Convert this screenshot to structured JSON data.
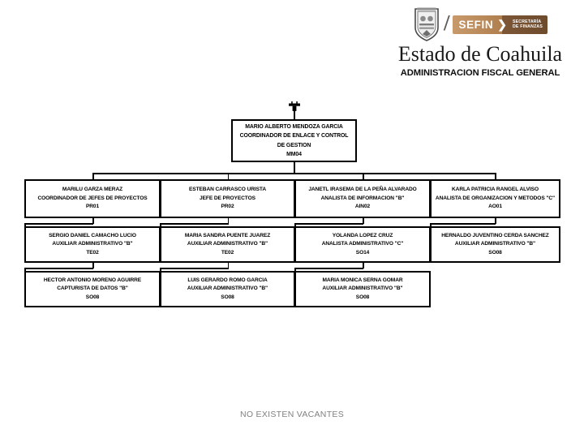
{
  "header": {
    "crest_icon": "coahuila-coat-of-arms",
    "separator": "/",
    "brand": {
      "name": "SEFIN",
      "arrow": "❯",
      "subtitle_line1": "SECRETARÍA",
      "subtitle_line2": "DE FINANZAS",
      "color_light": "#c89a6b",
      "color_dark": "#6e4b2d"
    },
    "state_title": "Estado de Coahuila",
    "department_title": "ADMINISTRACION FISCAL GENERAL"
  },
  "chart_data": {
    "type": "org-chart",
    "title": "ADMINISTRACION FISCAL GENERAL",
    "root": {
      "name": "MARIO ALBERTO MENDOZA GARCIA",
      "position": "COORDINADOR DE ENLACE Y CONTROL DE GESTION",
      "code": "MM04"
    },
    "columns": [
      {
        "level2": {
          "name": "MARILU GARZA MERAZ",
          "position": "COORDINADOR DE JEFES DE PROYECTOS",
          "code": "PR01"
        },
        "level3": {
          "name": "SERGIO DANIEL CAMACHO LUCIO",
          "position": "AUXILIAR ADMINISTRATIVO \"B\"",
          "code": "TE02"
        },
        "level4": {
          "name": "HECTOR ANTONIO MORENO AGUIRRE",
          "position": "CAPTURISTA DE DATOS  \"B\"",
          "code": "SO08"
        }
      },
      {
        "level2": {
          "name": "ESTEBAN CARRASCO URISTA",
          "position": "JEFE DE PROYECTOS",
          "code": "PR02"
        },
        "level3": {
          "name": "MARIA SANDRA PUENTE JUAREZ",
          "position": "AUXILIAR ADMINISTRATIVO \"B\"",
          "code": "TE02"
        },
        "level4": {
          "name": "LUIS GERARDO ROMO GARCIA",
          "position": "AUXILIAR ADMINISTRATIVO \"B\"",
          "code": "SO08"
        }
      },
      {
        "level2": {
          "name": "JANETL IRASEMA DE LA PEÑA ALVARADO",
          "position": "ANALISTA DE INFORMACION \"B\"",
          "code": "AIN02"
        },
        "level3": {
          "name": "YOLANDA LOPEZ CRUZ",
          "position": "ANALISTA ADMINISTRATIVO \"C\"",
          "code": "SO14"
        },
        "level4": {
          "name": "MARIA MONICA SERNA GOMAR",
          "position": "AUXILIAR ADMINISTRATIVO \"B\"",
          "code": "SO08"
        }
      },
      {
        "level2": {
          "name": "KARLA PATRICIA RANGEL ALVISO",
          "position": "ANALISTA DE ORGANIZACION Y METODOS \"C\"",
          "code": "AO01"
        },
        "level3": {
          "name": "HERNALDO JUVENTINO CERDA SANCHEZ",
          "position": "AUXILIAR ADMINISTRATIVO \"B\"",
          "code": "SO08"
        },
        "level4": null
      }
    ]
  },
  "footer": {
    "note": "NO EXISTEN VACANTES"
  }
}
